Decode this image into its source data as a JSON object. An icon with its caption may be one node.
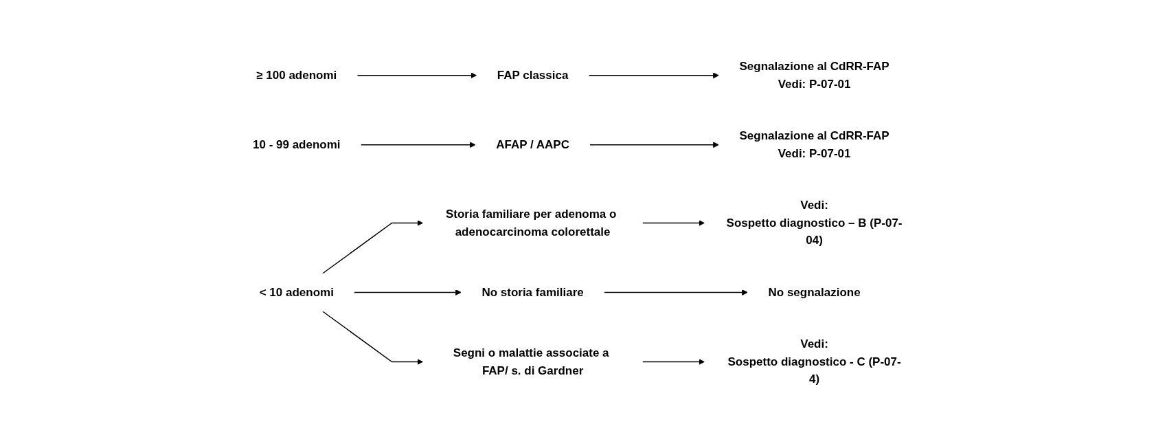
{
  "diagram": {
    "nodes": [
      {
        "text": [
          "≥ 100 adenomi"
        ]
      },
      {
        "text": [
          "FAP classica"
        ]
      },
      {
        "text": [
          "Segnalazione al CdRR-FAP",
          "Vedi: P-07-01"
        ]
      },
      {
        "text": [
          "10 - 99 adenomi"
        ]
      },
      {
        "text": [
          "AFAP / AAPC"
        ]
      },
      {
        "text": [
          "Segnalazione al CdRR-FAP",
          "Vedi: P-07-01"
        ]
      },
      {
        "text": [
          "< 10 adenomi"
        ]
      },
      {
        "text": [
          "Storia familiare per adenoma o adenocarcinoma colorettale"
        ]
      },
      {
        "text": [
          "Vedi:",
          "Sospetto diagnostico – B (P-07-04)"
        ]
      },
      {
        "text": [
          "No storia familiare"
        ]
      },
      {
        "text": [
          "No segnalazione"
        ]
      },
      {
        "text": [
          "Segni o malattie associate a FAP/ s. di Gardner"
        ]
      },
      {
        "text": [
          "Vedi:",
          "Sospetto diagnostico - C (P-07-4)"
        ]
      }
    ],
    "edges": [
      {
        "from": 0,
        "to": 1,
        "arrow": "to"
      },
      {
        "from": 1,
        "to": 2,
        "arrow": "to"
      },
      {
        "from": 3,
        "to": 4,
        "arrow": "to"
      },
      {
        "from": 4,
        "to": 5,
        "arrow": "to"
      },
      {
        "from": 6,
        "to": 7,
        "arrow": "to"
      },
      {
        "from": 6,
        "to": 9,
        "arrow": "to"
      },
      {
        "from": 6,
        "to": 11,
        "arrow": "to"
      },
      {
        "from": 7,
        "to": 8,
        "arrow": "to"
      },
      {
        "from": 9,
        "to": 10,
        "arrow": "to"
      },
      {
        "from": 11,
        "to": 12,
        "arrow": "to"
      }
    ]
  }
}
